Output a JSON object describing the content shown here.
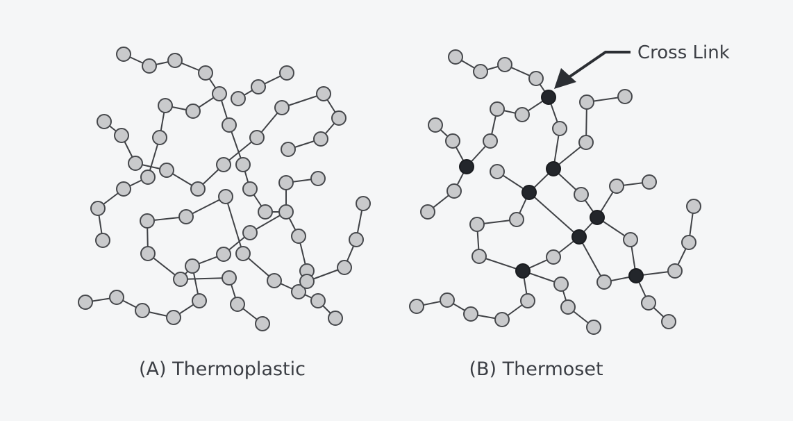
{
  "panels": [
    {
      "label": "(A) Thermoplastic"
    },
    {
      "label": "(B) Thermoset"
    }
  ],
  "annotation": {
    "label": "Cross Link"
  },
  "colors": {
    "background": "#f5f6f7",
    "monomer_fill": "#c9cacc",
    "crosslink_fill": "#23262b",
    "bond": "#3f4145",
    "text": "#3b3e44"
  }
}
